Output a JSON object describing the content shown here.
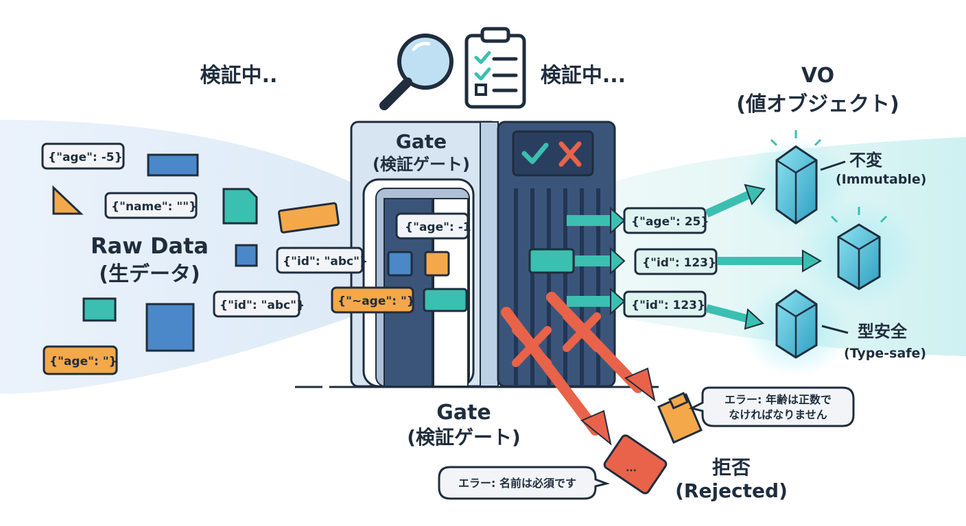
{
  "labels": {
    "verifying_left": "検証中..",
    "verifying_right": "検証中...",
    "vo_title": "VO",
    "vo_subtitle": "(値オブジェクト)",
    "raw_title": "Raw Data",
    "raw_subtitle": "(生データ)",
    "gate_title": "Gate",
    "gate_subtitle": "(検証ゲート)",
    "gate_bottom_title": "Gate",
    "gate_bottom_subtitle": "(検証ゲート)",
    "immutable": "不変",
    "immutable_en": "(Immutable)",
    "typesafe": "型安全",
    "typesafe_en": "(Type-safe)",
    "rejected": "拒否",
    "rejected_en": "(Rejected)",
    "error_age_line1": "エラー: 年齢は正数で",
    "error_age_line2": "なければなりません",
    "error_name": "エラー: 名前は必須です",
    "ellipsis": "..."
  },
  "raw_data": [
    "{\"age\": -5}",
    "{\"name\": \"\"}",
    "{\"id\": \"abc\"}",
    "{\"id\": \"abc\"}",
    "{\"age\": \"}",
    "{\"age\": -1",
    "{\"~age\": \"}"
  ],
  "valid_data": [
    "{\"age\": 25}",
    "{\"id\": 123}",
    "{\"id\": 123}"
  ],
  "colors": {
    "teal": "#3bbfb1",
    "blue": "#4a88c9",
    "orange": "#f4a84a",
    "red": "#e8634a",
    "dark": "#1f2d3d",
    "gate_light": "#d7e4f2",
    "gate_dark": "#3b557a",
    "crystal": "#5fd0e6"
  },
  "icons": [
    "magnifier-icon",
    "checklist-icon",
    "check-icon",
    "cross-icon",
    "crystal-icon"
  ]
}
